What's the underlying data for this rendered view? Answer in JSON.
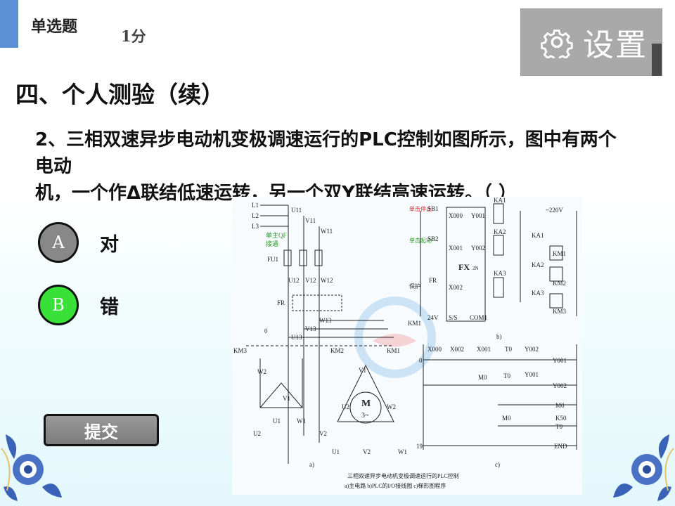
{
  "header": {
    "question_type": "单选题",
    "score": "1分"
  },
  "settings": {
    "label": "设置",
    "icon": "gear-icon"
  },
  "section_title": "四、个人测验（续）",
  "question": {
    "line1": "2、三相双速异步电动机变极调速运行的PLC控制如图所示，图中有两个电动",
    "line2": "机，一个作Δ联结低速运转，另一个双Y联结高速运转。（ ）"
  },
  "options": [
    {
      "letter": "A",
      "text": "对",
      "selected": false
    },
    {
      "letter": "B",
      "text": "错",
      "selected": true
    }
  ],
  "submit_label": "提交",
  "figure": {
    "line_labels": [
      "L1",
      "L2",
      "L3"
    ],
    "qf_label": "单主QF",
    "qf_label2": "接通",
    "terminals_top": [
      "U11",
      "V11",
      "W11"
    ],
    "fu_label": "FU1",
    "terminals_mid": [
      "U12",
      "V12",
      "W12"
    ],
    "fr_label": "FR",
    "terminals_low": [
      "U13",
      "V13",
      "W13"
    ],
    "zero_label": "0",
    "contactors": [
      "KM3",
      "KM2",
      "KM1"
    ],
    "winding_left": [
      "W2",
      "V1",
      "U1",
      "W1",
      "U2",
      "V2"
    ],
    "winding_right": [
      "V1",
      "U2",
      "W2",
      "U1",
      "V2",
      "W1"
    ],
    "motor_label": "M",
    "motor_sub": "3~",
    "plc_inputs": [
      "X000",
      "X001",
      "X002"
    ],
    "plc_outputs": [
      "Y001",
      "Y002"
    ],
    "plc_name": "FX",
    "plc_sub": "2N",
    "buttons": [
      "SB1",
      "SB2",
      "FR"
    ],
    "button_notes": [
      "单击停止",
      "单击起动",
      "保护"
    ],
    "plc_bottom": [
      "24V",
      "S/S",
      "COM1"
    ],
    "relays": [
      "KA1",
      "KA2",
      "KA3"
    ],
    "voltage": "~220V",
    "km_coils": [
      "KM1",
      "KM2",
      "KM3"
    ],
    "km_side": "KM1",
    "ladder_rows": [
      {
        "rung": "0",
        "contacts": [
          "X000",
          "X002",
          "X001",
          "T0",
          "Y002"
        ],
        "coil": "Y001"
      },
      {
        "rung": "",
        "contacts": [
          "M0",
          "T0",
          "Y001"
        ],
        "coil": "Y002"
      },
      {
        "rung": "",
        "contacts": [],
        "coil": "M0"
      },
      {
        "rung": "",
        "contacts": [
          "M0"
        ],
        "coil": "T0",
        "param": "K50"
      },
      {
        "rung": "19",
        "contacts": [],
        "coil": "END"
      }
    ],
    "sub_labels": [
      "a)",
      "b)",
      "c)"
    ],
    "caption1": "三相双速异步电动机变极调速运行的PLC控制",
    "caption2": "a)主电路  b)PLC的I/O接线图  c)梯形图程序"
  }
}
